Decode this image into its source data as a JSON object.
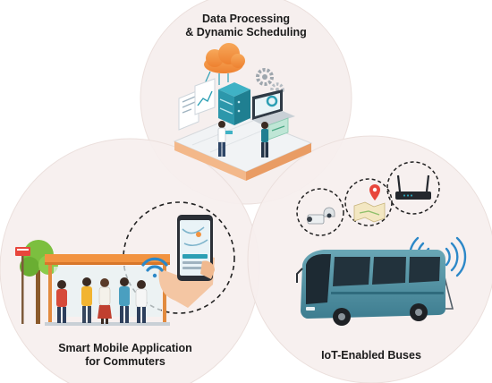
{
  "sections": {
    "data_processing": {
      "line1": "Data Processing",
      "line2": "& Dynamic Scheduling",
      "icons": [
        "cloud-icon",
        "server-icon",
        "gear-icon",
        "laptop-icon",
        "analyst-icon"
      ]
    },
    "mobile_app": {
      "line1": "Smart Mobile Application",
      "line2": "for Commuters",
      "icons": [
        "smartphone-icon",
        "wifi-icon",
        "bus-stop-icon",
        "tree-icon",
        "commuter-icon"
      ]
    },
    "iot_buses": {
      "label": "IoT-Enabled Buses",
      "icons": [
        "camera-icon",
        "map-pin-icon",
        "router-icon",
        "bus-icon",
        "signal-tower-icon"
      ]
    }
  },
  "colors": {
    "circle_fill": "#f6efee",
    "circle_edge": "#ece1df",
    "accent_teal": "#2c9fb4",
    "accent_orange": "#f29340",
    "bus_body": "#4d8ea0",
    "dashed": "#222222"
  }
}
